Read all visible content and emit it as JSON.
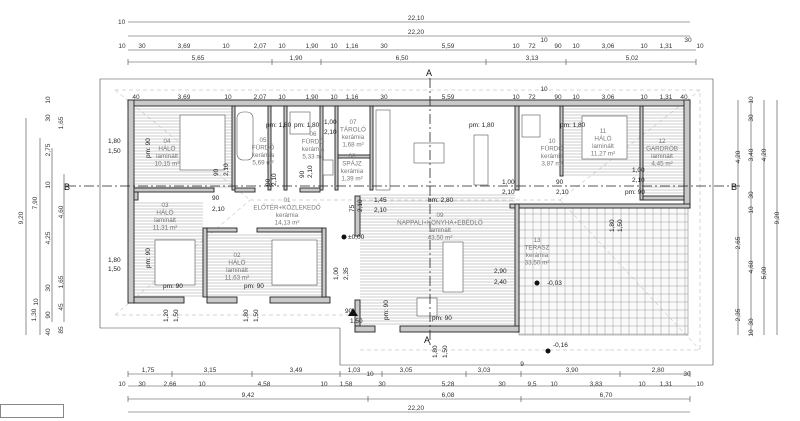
{
  "title": "Alaprajz",
  "colors": {
    "wall": "#c9c9c9",
    "line": "#444444",
    "text": "#333333"
  },
  "dims_top": {
    "row1": [
      "10",
      "22,10"
    ],
    "row2": [
      "22,20"
    ],
    "row3": [
      "10",
      "30",
      "3,69",
      "10",
      "2,07",
      "10",
      "1,90",
      "10",
      "1,16",
      "30",
      "5,59",
      "10",
      "72",
      "10",
      "90",
      "10",
      "3,06",
      "10",
      "1,31",
      "30",
      "10"
    ],
    "row4": [
      "5,65",
      "1,90",
      "6,50",
      "3,13",
      "5,02"
    ],
    "inner": [
      "40",
      "3,69",
      "10",
      "2,07",
      "10",
      "1,90",
      "10",
      "1,16",
      "30",
      "5,59",
      "10",
      "72",
      "10",
      "90",
      "10",
      "3,06",
      "10",
      "1,31",
      "40"
    ]
  },
  "dims_bottom": {
    "row1": [
      "1,75",
      "3,15",
      "3,49",
      "1,03",
      "10",
      "3,05",
      "3,03",
      "9",
      "3,90",
      "2,80",
      "30"
    ],
    "row2": [
      "10",
      "30",
      "2,66",
      "10",
      "4,58",
      "10",
      "1,58",
      "30",
      "5,28",
      "30",
      "9,5",
      "10",
      "3,83",
      "10",
      "1,31",
      "10"
    ],
    "row3": [
      "9,42",
      "6,08",
      "6,70"
    ],
    "row4": [
      "22,20"
    ]
  },
  "dims_left": [
    "9,20",
    "7,90",
    "1,30",
    "10",
    "30",
    "2,75",
    "10",
    "4,25",
    "30",
    "10",
    "90",
    "40",
    "1,65",
    "4,60",
    "1,65",
    "45",
    "85"
  ],
  "dims_right": [
    "4,20",
    "2,65",
    "2,35",
    "10",
    "30",
    "3,40",
    "30",
    "10",
    "4,60",
    "30",
    "10",
    "4,20",
    "5,00",
    "9,20"
  ],
  "section_marks": [
    "A",
    "A",
    "B",
    "B"
  ],
  "rooms": [
    {
      "no": "01",
      "name": "ELŐTÉR+KÖZLEKEDŐ",
      "floor": "kerámia",
      "area": "14,13 m²"
    },
    {
      "no": "02",
      "name": "HÁLÓ",
      "floor": "laminált",
      "area": "11,63 m²"
    },
    {
      "no": "03",
      "name": "HÁLÓ",
      "floor": "laminált",
      "area": "11,31 m²"
    },
    {
      "no": "04",
      "name": "HÁLÓ",
      "floor": "laminált",
      "area": "10,15 m²"
    },
    {
      "no": "05",
      "name": "FÜRDŐ",
      "floor": "kerámia",
      "area": "5,69 m²"
    },
    {
      "no": "06",
      "name": "FÜRDŐ",
      "floor": "kerámia",
      "area": "5,33 m²"
    },
    {
      "no": "07",
      "name": "TÁROLÓ",
      "floor": "kerámia",
      "area": "1,68 m²"
    },
    {
      "no": "08",
      "name": "SPÁJZ",
      "floor": "kerámia",
      "area": "1,39 m²"
    },
    {
      "no": "09",
      "name": "NAPPALI+KONYHA+EBÉDLŐ",
      "floor": "laminált",
      "area": "43,50 m²"
    },
    {
      "no": "10",
      "name": "FÜRDŐ",
      "floor": "kerámia",
      "area": "3,87 m²"
    },
    {
      "no": "11",
      "name": "HÁLÓ",
      "floor": "laminált",
      "area": "11,27 m²"
    },
    {
      "no": "12",
      "name": "GARDRÓB",
      "floor": "laminált",
      "area": "4,45 m²"
    },
    {
      "no": "13",
      "name": "TERASZ",
      "floor": "kerámia",
      "area": "33,50 m²"
    }
  ],
  "annotations": [
    "pm: 90",
    "1,80",
    "1,50",
    "90",
    "2,10",
    "pm: 1,80",
    "pm: 1,80",
    "1,00",
    "2,10",
    "90",
    "2,10",
    "90",
    "2,10",
    "90",
    "2,10",
    "±0,00",
    "1,45",
    "2,10",
    "75",
    "2,10",
    "bm: 2,80",
    "pm: 1,80",
    "pm: 1,80",
    "1,00",
    "2,10",
    "90",
    "2,10",
    "1,00",
    "2,10",
    "pm: 90",
    "1,80",
    "1,50",
    "2,90",
    "2,40",
    "-0,03",
    "-0,16",
    "pm: 90",
    "pm: 90",
    "pm: 90",
    "pm: 90",
    "1,80",
    "1,50",
    "1,20",
    "1,50",
    "1,80",
    "1,50",
    "1,00",
    "2,35",
    "90",
    "1,50",
    "pm: 90",
    "1,80",
    "1,50"
  ]
}
